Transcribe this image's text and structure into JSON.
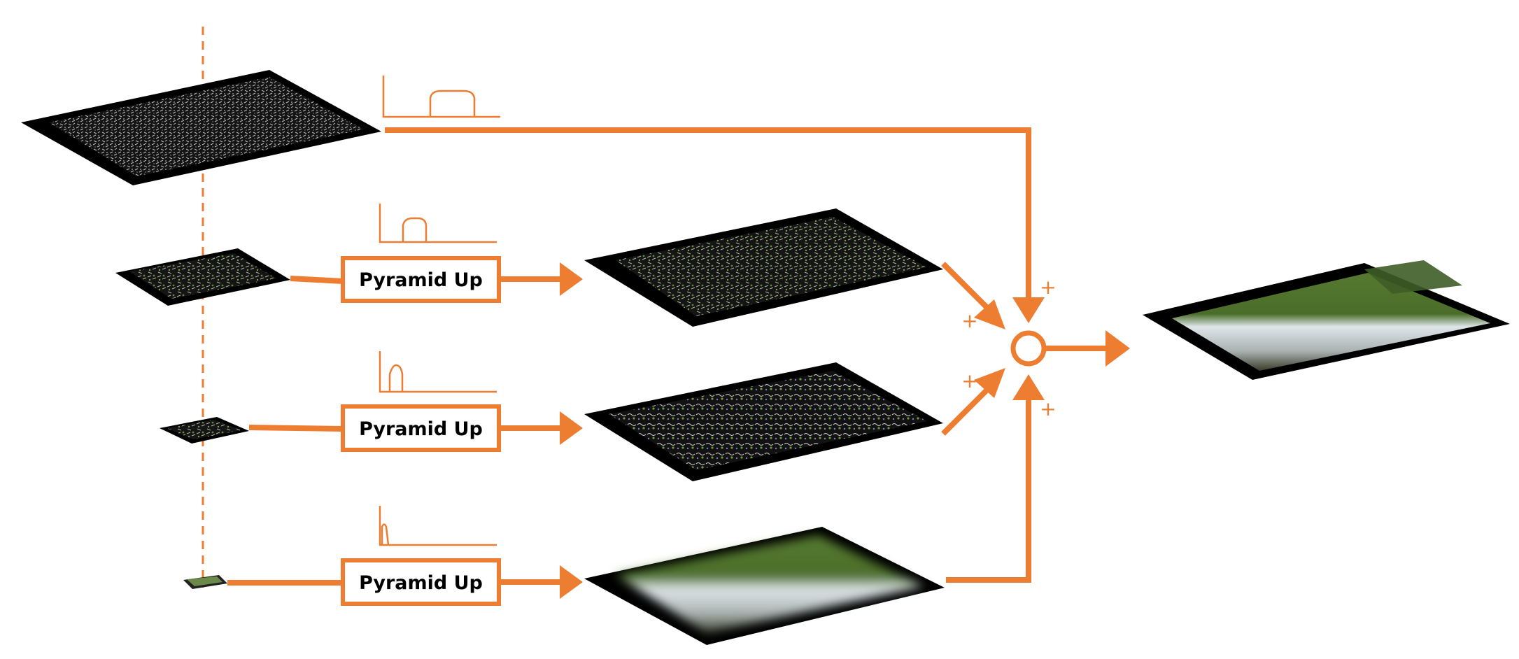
{
  "colors": {
    "accent": "#ED7D31",
    "tile_dark": "#111111",
    "foliage": "#4C7A2E",
    "sky": "#DDE3E8"
  },
  "boxes": [
    {
      "label": "Pyramid Up"
    },
    {
      "label": "Pyramid Up"
    },
    {
      "label": "Pyramid Up"
    }
  ],
  "sum_node": {
    "plus_signs": [
      "+",
      "+",
      "+",
      "+"
    ]
  }
}
